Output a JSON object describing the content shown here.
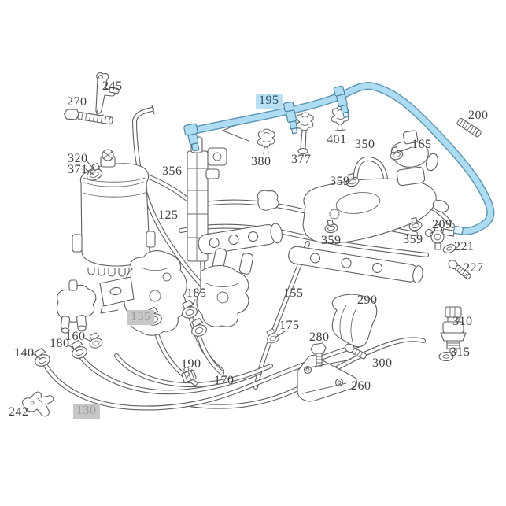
{
  "diagram": {
    "kind": "engine-fuel-system-parts-diagram",
    "background": "#ffffff",
    "colors": {
      "line": "#5f5f5f",
      "label_text": "#414141",
      "highlight_hose": "#aedcf2",
      "highlight_hose_outline": "#47809f",
      "highlight_label_blue_bg": "#b9e0f2",
      "highlight_label_blue_text": "#2b4f63",
      "highlight_label_gray_bg": "#c7c7c7",
      "highlight_label_gray_text": "#9b9b9b"
    },
    "highlighted_parts": {
      "blue": [
        "195"
      ],
      "gray": [
        "130",
        "135"
      ]
    },
    "callouts": [
      {
        "id": "245",
        "text": "245",
        "highlight": "none"
      },
      {
        "id": "270",
        "text": "270",
        "highlight": "none"
      },
      {
        "id": "320",
        "text": "320",
        "highlight": "none"
      },
      {
        "id": "371",
        "text": "371",
        "highlight": "none"
      },
      {
        "id": "356",
        "text": "356",
        "highlight": "none"
      },
      {
        "id": "125",
        "text": "125",
        "highlight": "none"
      },
      {
        "id": "195",
        "text": "195",
        "highlight": "blue"
      },
      {
        "id": "380",
        "text": "380",
        "highlight": "none"
      },
      {
        "id": "377",
        "text": "377",
        "highlight": "none"
      },
      {
        "id": "401",
        "text": "401",
        "highlight": "none"
      },
      {
        "id": "350",
        "text": "350",
        "highlight": "none"
      },
      {
        "id": "165",
        "text": "165",
        "highlight": "none"
      },
      {
        "id": "200",
        "text": "200",
        "highlight": "none"
      },
      {
        "id": "359a",
        "text": "359",
        "highlight": "none"
      },
      {
        "id": "359b",
        "text": "359",
        "highlight": "none"
      },
      {
        "id": "359c",
        "text": "359",
        "highlight": "none"
      },
      {
        "id": "209",
        "text": "209",
        "highlight": "none"
      },
      {
        "id": "221",
        "text": "221",
        "highlight": "none"
      },
      {
        "id": "227",
        "text": "227",
        "highlight": "none"
      },
      {
        "id": "310",
        "text": "310",
        "highlight": "none"
      },
      {
        "id": "315",
        "text": "315",
        "highlight": "none"
      },
      {
        "id": "290",
        "text": "290",
        "highlight": "none"
      },
      {
        "id": "280",
        "text": "280",
        "highlight": "none"
      },
      {
        "id": "300",
        "text": "300",
        "highlight": "none"
      },
      {
        "id": "260",
        "text": "260",
        "highlight": "none"
      },
      {
        "id": "155",
        "text": "155",
        "highlight": "none"
      },
      {
        "id": "175",
        "text": "175",
        "highlight": "none"
      },
      {
        "id": "185",
        "text": "185",
        "highlight": "none"
      },
      {
        "id": "190",
        "text": "190",
        "highlight": "none"
      },
      {
        "id": "170",
        "text": "170",
        "highlight": "none"
      },
      {
        "id": "135",
        "text": "135",
        "highlight": "gray"
      },
      {
        "id": "160",
        "text": "160",
        "highlight": "none"
      },
      {
        "id": "180",
        "text": "180",
        "highlight": "none"
      },
      {
        "id": "140",
        "text": "140",
        "highlight": "none"
      },
      {
        "id": "242",
        "text": "242",
        "highlight": "none"
      },
      {
        "id": "130",
        "text": "130",
        "highlight": "gray"
      }
    ]
  }
}
